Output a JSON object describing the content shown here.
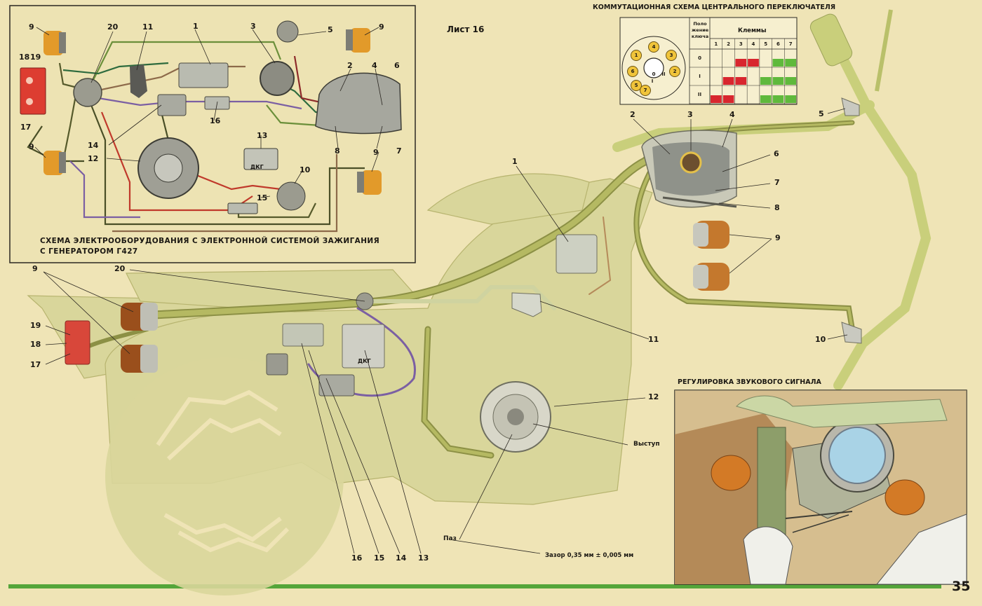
{
  "sheet_label": "Лист 16",
  "page_number": "35",
  "inset_main": {
    "caption_line1": "СХЕМА ЭЛЕКТРООБОРУДОВАНИЯ С ЭЛЕКТРОННОЙ   СИСТЕМОЙ ЗАЖИГАНИЯ",
    "caption_line2": "С ГЕНЕРАТОРОМ Г427",
    "labels": {
      "n1": "1",
      "n2": "2",
      "n3": "3",
      "n4": "4",
      "n5": "5",
      "n6": "6",
      "n7": "7",
      "n8": "8",
      "n9a": "9",
      "n9b": "9",
      "n9c": "9",
      "n9d": "9",
      "n10": "10",
      "n11": "11",
      "n12": "12",
      "n13": "13",
      "n14": "14",
      "n15": "15",
      "n16": "16",
      "n17": "17",
      "n18": "18",
      "n19": "19",
      "n20": "20"
    },
    "dkg_label": "ДКГ"
  },
  "switch_table": {
    "title": "КОММУТАЦИОННАЯ СХЕМА ЦЕНТРАЛЬНОГО ПЕРЕКЛЮЧАТЕЛЯ",
    "position_header": "Поло жение ключа",
    "terminals_header": "Клеммы",
    "terminal_numbers": [
      "1",
      "2",
      "3",
      "4",
      "5",
      "6",
      "7"
    ],
    "rows": [
      {
        "position": "0",
        "cells": [
          "",
          "",
          "red",
          "red",
          "",
          "green",
          "green"
        ]
      },
      {
        "position": "I",
        "cells": [
          "",
          "red",
          "red",
          "",
          "green",
          "green",
          "green"
        ]
      },
      {
        "position": "II",
        "cells": [
          "red",
          "red",
          "",
          "",
          "green",
          "green",
          "green"
        ]
      }
    ],
    "dial_numbers": [
      "4",
      "3",
      "1",
      "2",
      "6",
      "5",
      "7",
      "0",
      "I",
      "II"
    ],
    "colors": {
      "red": "#d8262e",
      "green": "#5fb93c"
    }
  },
  "main_labels": {
    "m1": "1",
    "m2": "2",
    "m3": "3",
    "m4": "4",
    "m5": "5",
    "m6": "6",
    "m7": "7",
    "m8": "8",
    "m9": "9",
    "m10": "10",
    "m11": "11",
    "m12": "12",
    "m9b": "9",
    "m19": "19",
    "m18": "18",
    "m17": "17",
    "m20": "20",
    "m16": "16",
    "m15": "15",
    "m14": "14",
    "m13": "13",
    "protrusion": "Выступ",
    "slot": "Паз",
    "gap": "Зазор 0,35 мм ± 0,005 мм",
    "dkg": "ДКГ"
  },
  "horn_inset": {
    "title": "РЕГУЛИРОВКА ЗВУКОВОГО СИГНАЛА"
  },
  "colors": {
    "background": "#efe4b6",
    "body": "#d9d69b",
    "wire": "#a9ad53",
    "wire_dark": "#5c5e2b",
    "stripe": "#55a53a"
  }
}
